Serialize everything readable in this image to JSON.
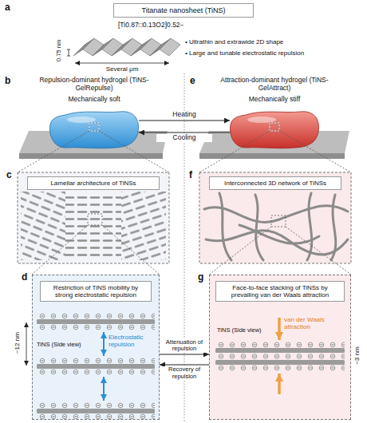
{
  "diagram": {
    "nodes": [
      {
        "text": [
          "Titanate nanosheet (TiNS)"
        ]
      },
      {
        "text": [
          "Repulsion-dominant hydrogel (TiNS-GelRepulse)",
          "Mechanically soft"
        ]
      },
      {
        "text": [
          "Attraction-dominant hydrogel (TiNS-GelAttract)",
          "Mechanically stiff"
        ]
      },
      {
        "text": [
          "Lamellar architecture of TiNSs"
        ]
      },
      {
        "text": [
          "Interconnected 3D network of TiNSs"
        ]
      },
      {
        "text": [
          "Electrostatic repulsion",
          "TiNS (Side view)",
          "~12 nm"
        ]
      },
      {
        "text": [
          "Restriction of TiNS mobility by strong electrostatic repulsion"
        ],
        "in": 5
      },
      {
        "text": [
          "van der Waals attraction",
          "TiNS (Side view)",
          "~3 nm"
        ]
      },
      {
        "text": [
          "Face-to-face stacking of TiNSs by prevailing van der Waals attraction"
        ],
        "in": 7
      }
    ],
    "edges": [
      {
        "from": 1,
        "to": 2,
        "label": "Heating",
        "arrow": "to"
      },
      {
        "from": 2,
        "to": 1,
        "label": "Cooling",
        "arrow": "to"
      },
      {
        "from": 5,
        "to": 7,
        "label": "Attenuation of repulsion",
        "arrow": "to"
      },
      {
        "from": 7,
        "to": 5,
        "label": "Recovery of repulsion",
        "arrow": "to"
      }
    ],
    "labels": [
      "a",
      "[Ti0.87□0.13O2]0.52−",
      "0.75 nm",
      "Several μm",
      "• Ultrathin and extrawide 2D shape",
      "• Large and tunable electrostatic repulsion",
      "b",
      "c",
      "d",
      "e",
      "f",
      "g"
    ]
  }
}
